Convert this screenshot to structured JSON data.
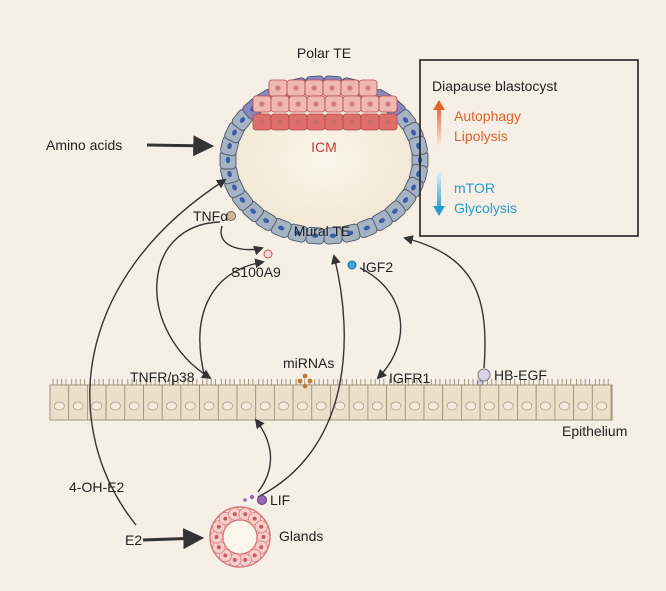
{
  "labels": {
    "polar_te": "Polar TE",
    "icm": "ICM",
    "mural_te": "Mural TE",
    "amino_acids": "Amino acids",
    "tnfa": "TNFα",
    "s100a9": "S100A9",
    "igf2": "IGF2",
    "tnfr_p38": "TNFR/p38",
    "mirnas": "miRNAs",
    "igfr1": "IGFR1",
    "hb_egf": "HB-EGF",
    "epithelium": "Epithelium",
    "oh_e2": "4-OH-E2",
    "e2": "E2",
    "lif": "LIF",
    "glands": "Glands"
  },
  "legend": {
    "title": "Diapause blastocyst",
    "up_items": [
      "Autophagy",
      "Lipolysis"
    ],
    "down_items": [
      "mTOR",
      "Glycolysis"
    ]
  },
  "colors": {
    "background": "#f6efe6",
    "up_color": "#e0632c",
    "down_color": "#2a9bd0",
    "icm_color": "#c23b3b",
    "te_cell": "#a6b3c3",
    "polar_cell": "#8c86bf",
    "icm_cell_light": "#f1b7b3",
    "icm_cell_dark": "#df6f6b",
    "epithelium_cell": "#eadfc8",
    "arrow": "#333333"
  }
}
